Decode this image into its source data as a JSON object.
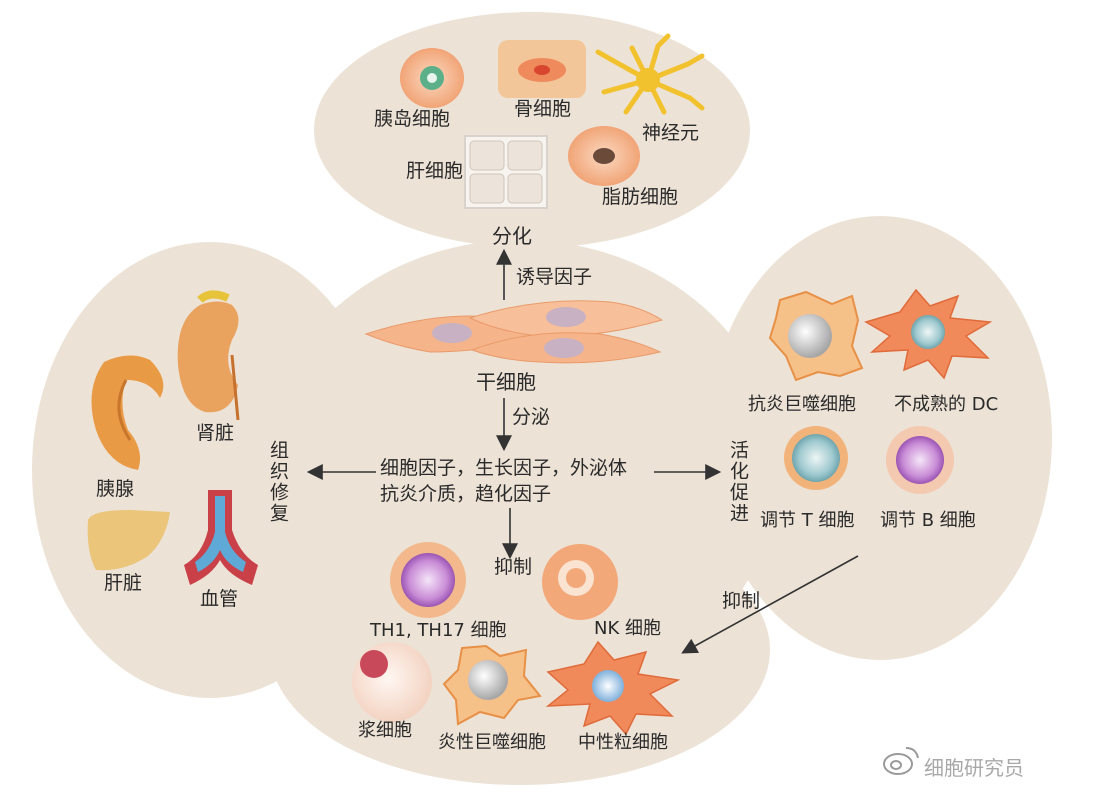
{
  "differentiation": {
    "title": "分化",
    "cells": {
      "islet": "胰岛细胞",
      "bone": "骨细胞",
      "neuron": "神经元",
      "liver_cell": "肝细胞",
      "fat": "脂肪细胞"
    }
  },
  "center": {
    "inducing_factor": "诱导因子",
    "stem_cell": "干细胞",
    "secretion": "分泌",
    "factors_line1": "细胞因子，生长因子，外泌体",
    "factors_line2": "抗炎介质，趋化因子",
    "inhibit": "抑制"
  },
  "tissue_repair": {
    "title": "组织修复",
    "organs": {
      "pancreas": "胰腺",
      "kidney": "肾脏",
      "liver": "肝脏",
      "vessel": "血管"
    }
  },
  "activation": {
    "title": "活化促进",
    "cells": {
      "anti_macrophage": "抗炎巨噬细胞",
      "immature_dc": "不成熟的 DC",
      "treg": "调节 T 细胞",
      "breg": "调节 B 细胞"
    },
    "inhibit": "抑制"
  },
  "inhibited": {
    "cells": {
      "th": "TH1, TH17 细胞",
      "nk": "NK 细胞",
      "plasma": "浆细胞",
      "inflam_macrophage": "炎性巨噬细胞",
      "neutrophil": "中性粒细胞"
    }
  },
  "watermark": "细胞研究员",
  "colors": {
    "blob": "#ede2d6",
    "cell_orange": "#f2a878",
    "cell_purple": "#c98cd6",
    "dc_orange": "#f08a5a",
    "arrow": "#333333"
  }
}
